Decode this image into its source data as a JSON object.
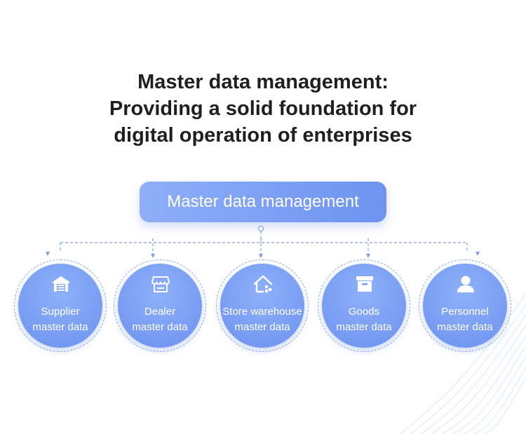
{
  "title": {
    "line1": "Master data management:",
    "line2": "Providing a solid foundation for",
    "line3": "digital operation of enterprises"
  },
  "root": {
    "label": "Master data management"
  },
  "nodes": [
    {
      "line1": "Supplier",
      "line2": "master data",
      "icon": "warehouse-icon"
    },
    {
      "line1": "Dealer",
      "line2": "master data",
      "icon": "storefront-icon"
    },
    {
      "line1": "Store warehouse",
      "line2": "master data",
      "icon": "home-network-icon"
    },
    {
      "line1": "Goods",
      "line2": "master data",
      "icon": "box-icon"
    },
    {
      "line1": "Personnel",
      "line2": "master data",
      "icon": "person-icon"
    }
  ],
  "colors": {
    "accent": "#6d93f0",
    "accent_light": "#8eaff8",
    "connector": "#7ea0ea",
    "title": "#1f1f1f"
  }
}
